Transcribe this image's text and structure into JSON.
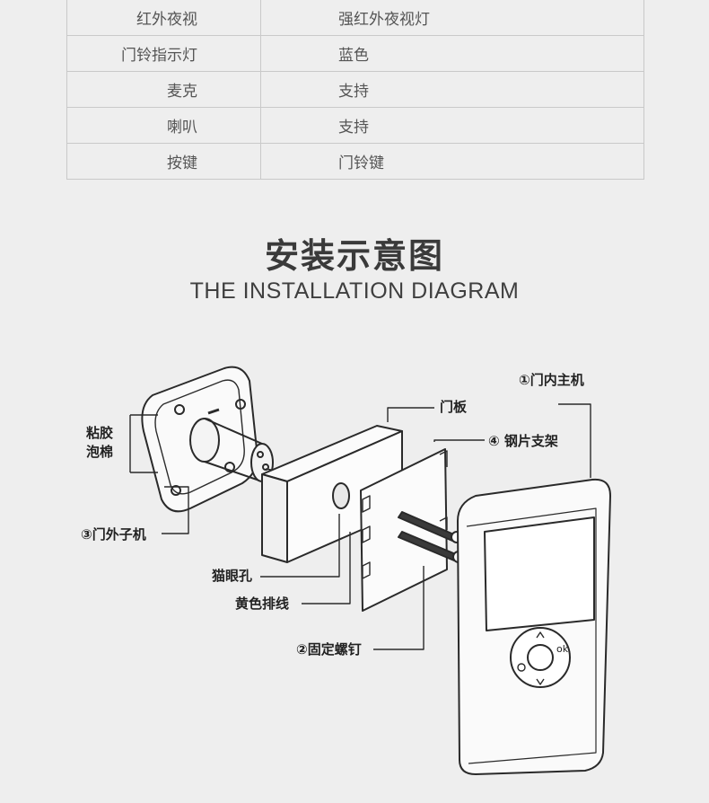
{
  "spec_rows": [
    {
      "label": "红外夜视",
      "value": "强红外夜视灯"
    },
    {
      "label": "门铃指示灯",
      "value": "蓝色"
    },
    {
      "label": "麦克",
      "value": "支持"
    },
    {
      "label": "喇叭",
      "value": "支持"
    },
    {
      "label": "按键",
      "value": "门铃键"
    }
  ],
  "section": {
    "title_cn": "安装示意图",
    "title_en": "THE INSTALLATION DIAGRAM"
  },
  "diagram_labels": {
    "indoor_unit": "①门内主机",
    "door_panel": "门板",
    "steel_bracket": "④ 钢片支架",
    "foam_glue_line1": "粘胶",
    "foam_glue_line2": "泡棉",
    "outdoor_unit": "③门外子机",
    "peephole": "猫眼孔",
    "yellow_cable": "黄色排线",
    "screws": "②固定螺钉",
    "ok_key": "ok"
  }
}
